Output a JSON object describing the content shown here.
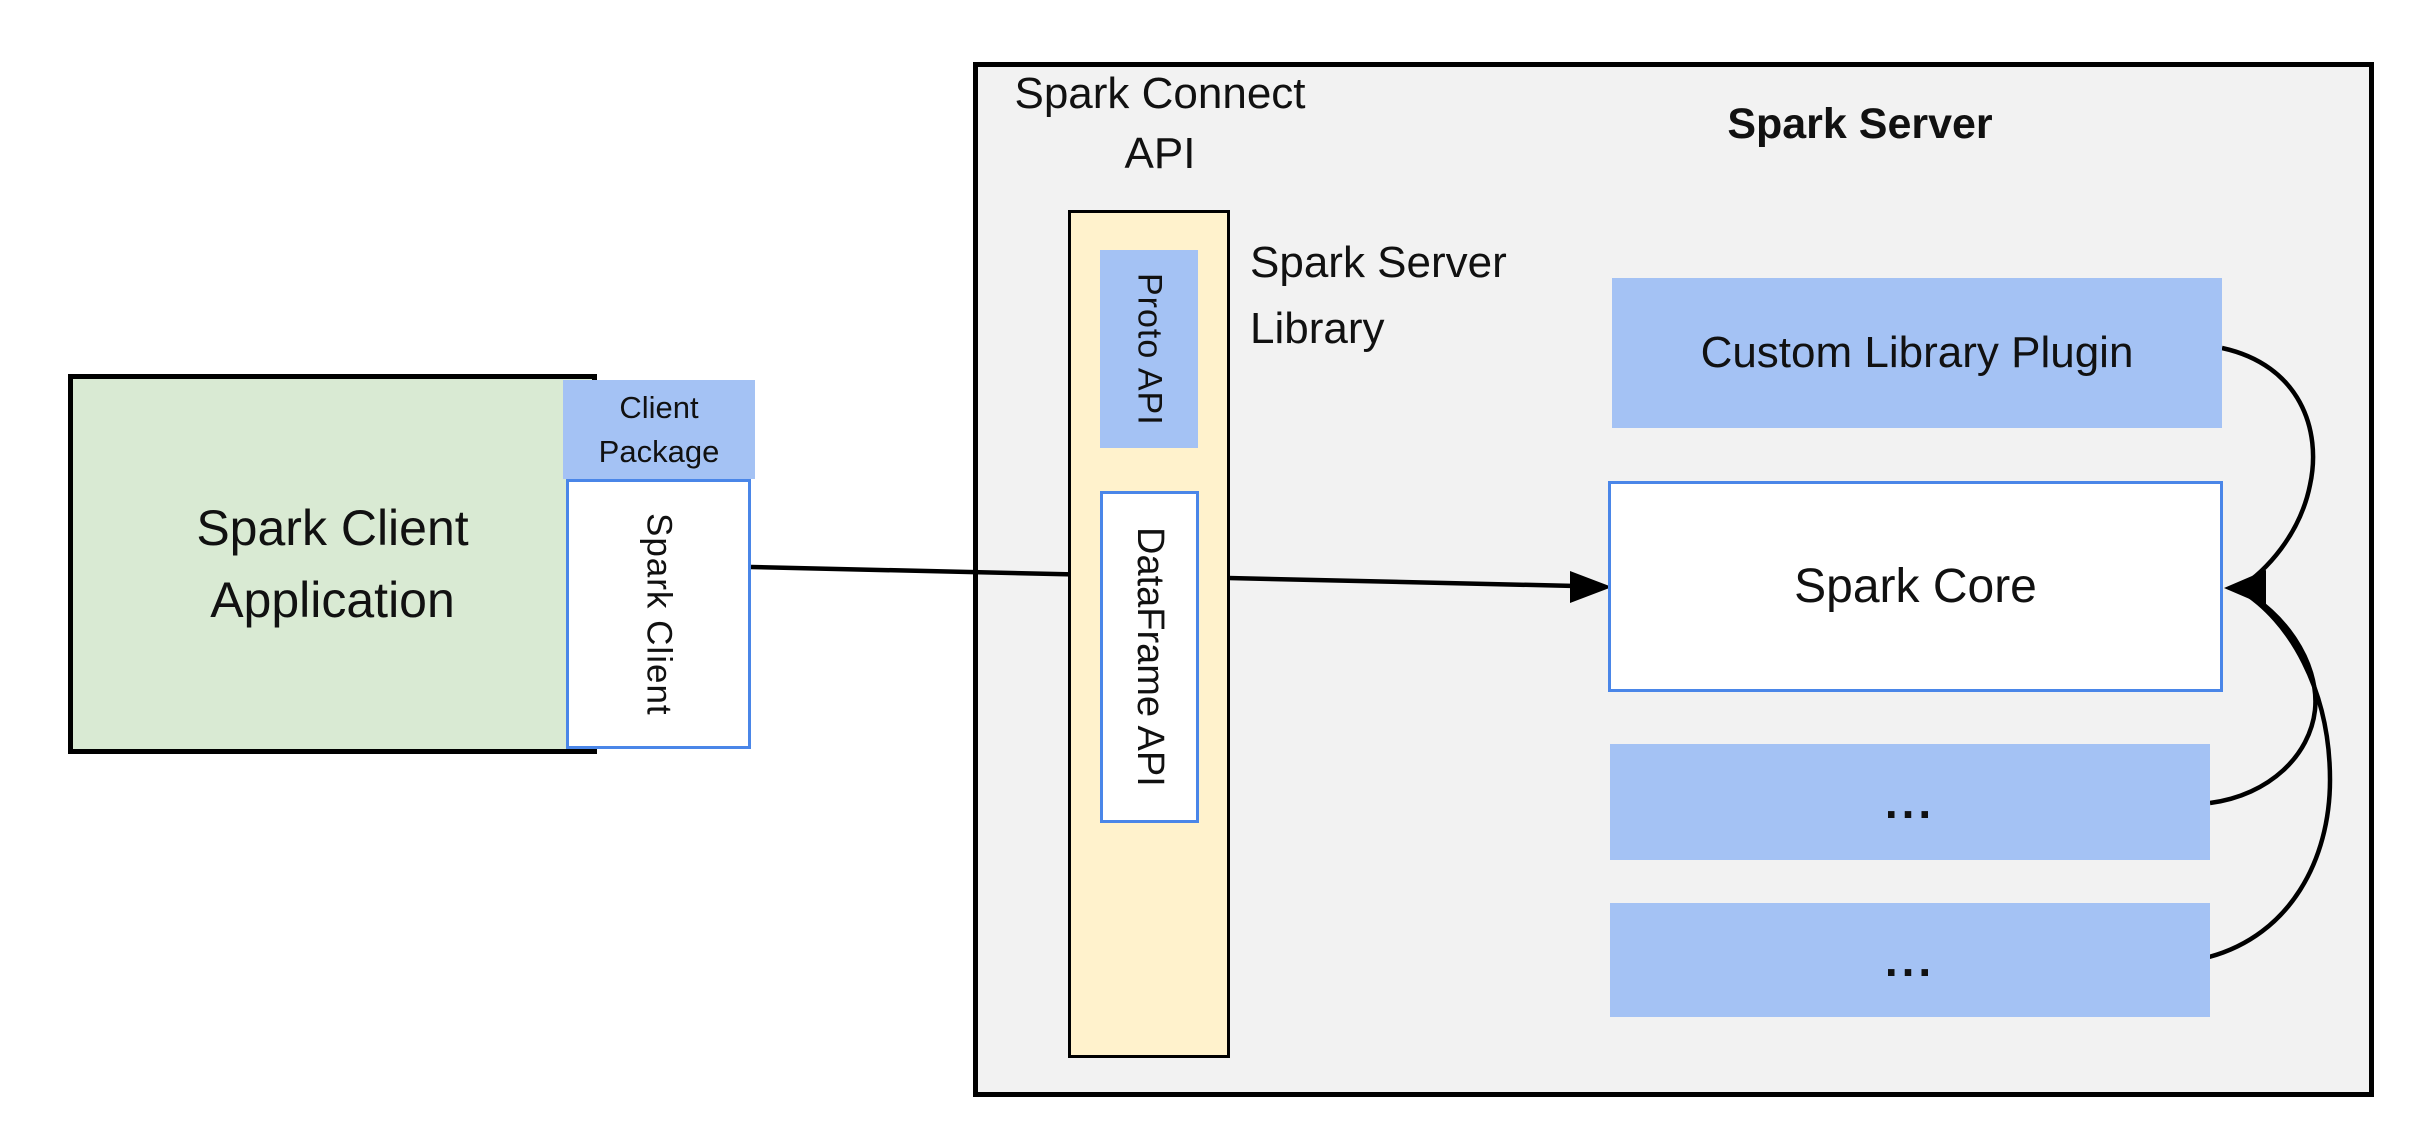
{
  "colors": {
    "page_bg": "#ffffff",
    "server_bg": "#f2f2f2",
    "client_green": "#d9ead3",
    "accent_blue": "#a4c2f4",
    "accent_yellow": "#fff2cc",
    "blue_border": "#4a86e8",
    "line_black": "#000000"
  },
  "client_app": {
    "label": "Spark Client\nApplication"
  },
  "client_package": {
    "label": "Client\nPackage"
  },
  "spark_client": {
    "label": "Spark Client"
  },
  "connect_api": {
    "label": "Spark Connect\nAPI"
  },
  "server": {
    "title": "Spark Server"
  },
  "server_library": {
    "label": "Spark Server\nLibrary"
  },
  "proto_api": {
    "label": "Proto API"
  },
  "dataframe_api": {
    "label": "DataFrame API"
  },
  "plugin": {
    "label": "Custom Library Plugin"
  },
  "core": {
    "label": "Spark Core"
  },
  "module_1": {
    "label": "..."
  },
  "module_2": {
    "label": "..."
  }
}
